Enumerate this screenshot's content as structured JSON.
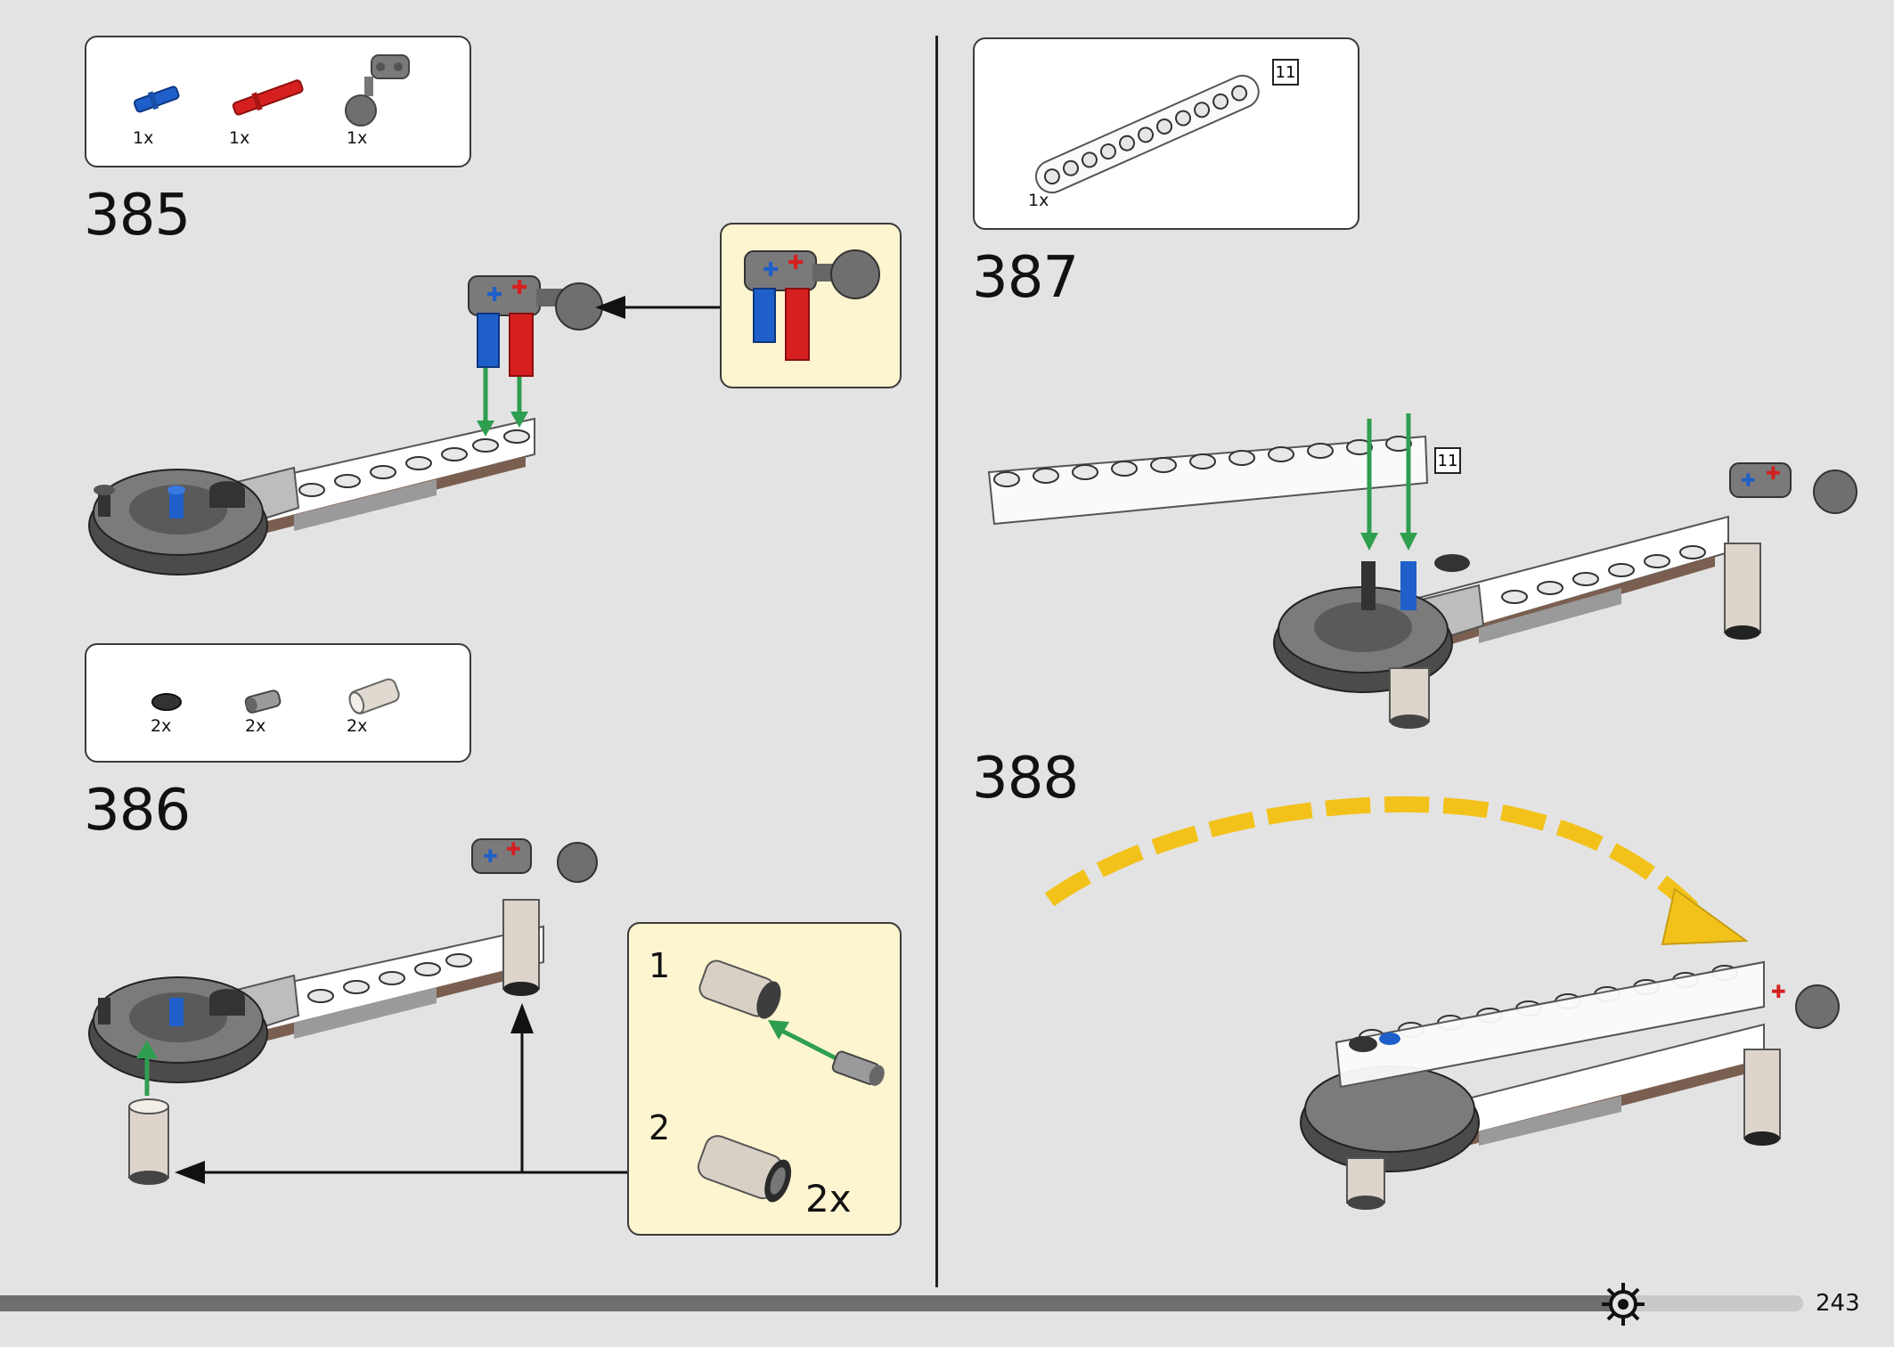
{
  "page": {
    "number": "243"
  },
  "steps": [
    {
      "number": "385",
      "parts": [
        {
          "qty": "1x",
          "icon": "blue-axle-pin-icon"
        },
        {
          "qty": "1x",
          "icon": "red-axle-pin-icon"
        },
        {
          "qty": "1x",
          "icon": "ball-joint-connector-icon"
        }
      ]
    },
    {
      "number": "386",
      "parts": [
        {
          "qty": "2x",
          "icon": "black-round-tile-icon"
        },
        {
          "qty": "2x",
          "icon": "gray-pin-connector-icon"
        },
        {
          "qty": "2x",
          "icon": "tan-tube-icon"
        }
      ],
      "callout": {
        "sub1": "1",
        "sub2": "2",
        "multiplier": "2x"
      }
    },
    {
      "number": "387",
      "parts": [
        {
          "qty": "1x",
          "icon": "white-beam-11-icon"
        }
      ],
      "beam_length": "11"
    },
    {
      "number": "388"
    }
  ],
  "colors": {
    "arrow_green": "#2e9e4f",
    "arrow_yellow": "#f2c21b",
    "callout_bg": "#fdf5cf"
  }
}
